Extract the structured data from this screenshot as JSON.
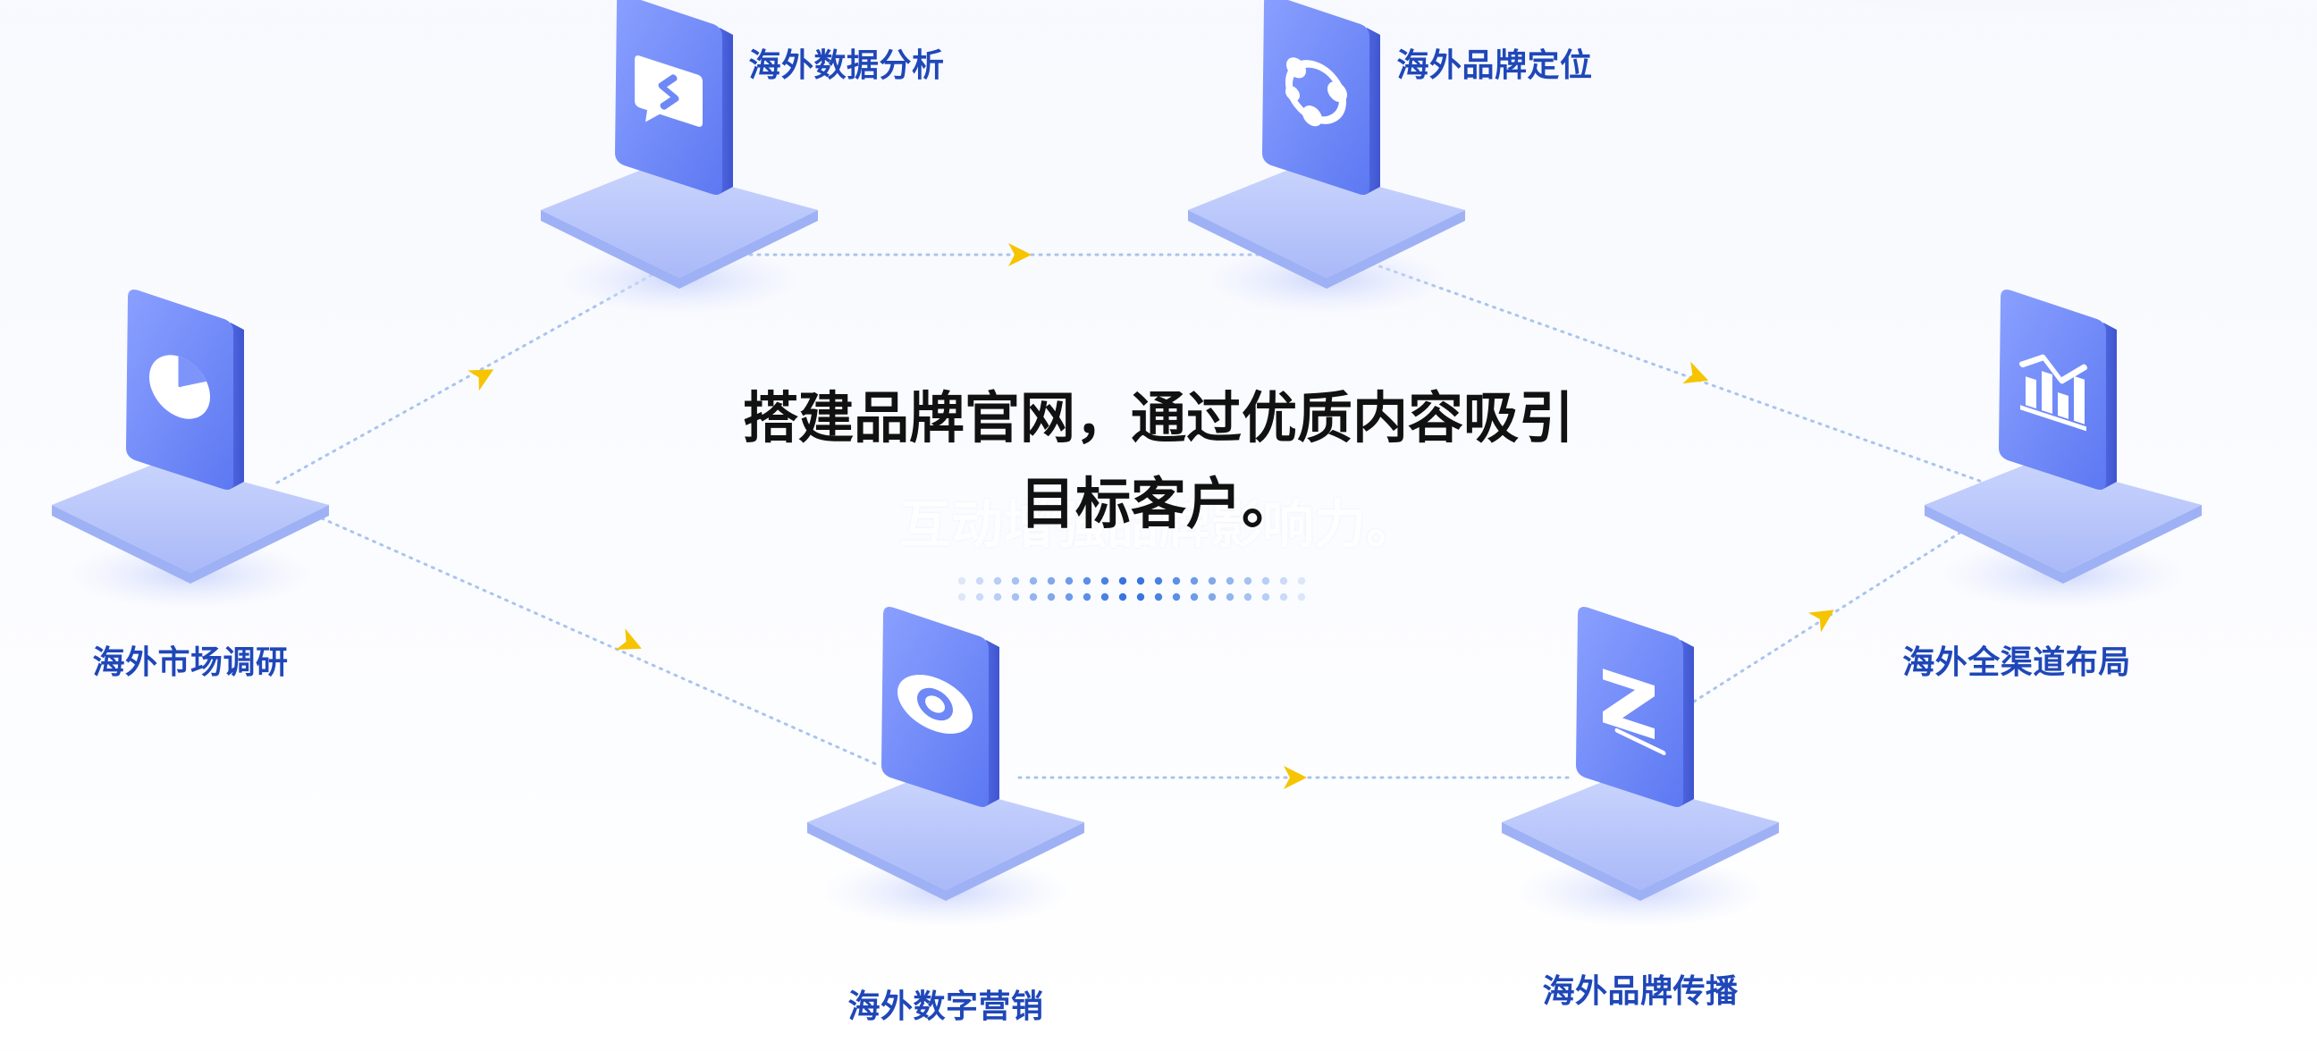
{
  "headline": {
    "line1": "搭建品牌官网，通过优质内容吸引",
    "line2": "目标客户。",
    "ghost": "互动增强品牌影响力。"
  },
  "nodes": [
    {
      "key": "market-research",
      "label": "海外市场调研",
      "icon": "pie-chart-icon"
    },
    {
      "key": "data-analysis",
      "label": "海外数据分析",
      "icon": "chat-arrow-icon"
    },
    {
      "key": "brand-positioning",
      "label": "海外品牌定位",
      "icon": "network-icon"
    },
    {
      "key": "omnichannel",
      "label": "海外全渠道布局",
      "icon": "bar-chart-icon"
    },
    {
      "key": "brand-communication",
      "label": "海外品牌传播",
      "icon": "z-logo-icon"
    },
    {
      "key": "digital-marketing",
      "label": "海外数字营销",
      "icon": "eye-icon"
    }
  ],
  "colors": {
    "label": "#1f47b8",
    "arrow": "#f6c400",
    "connector": "#a9c4ee",
    "tile": "#6d87f6",
    "base": "#b8c6fb"
  }
}
